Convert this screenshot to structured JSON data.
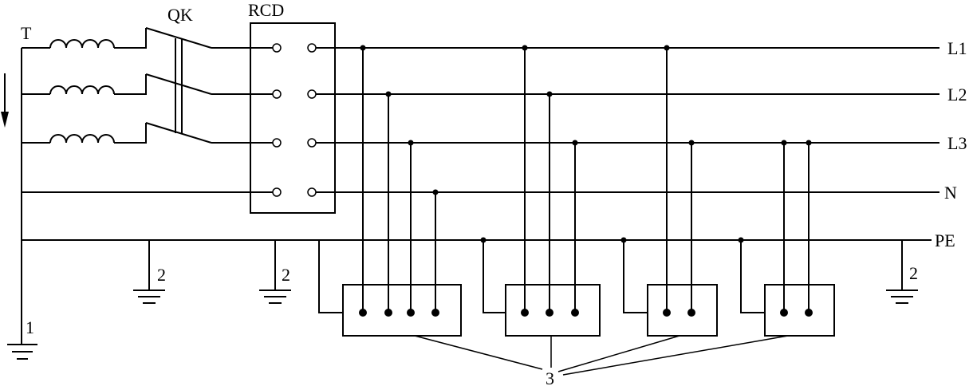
{
  "labels": {
    "source": "T",
    "switch": "QK",
    "rcd": "RCD",
    "source_ground": "1",
    "ground": "2",
    "equipment": "3"
  },
  "conductors": [
    "L1",
    "L2",
    "L3",
    "N",
    "PE"
  ]
}
